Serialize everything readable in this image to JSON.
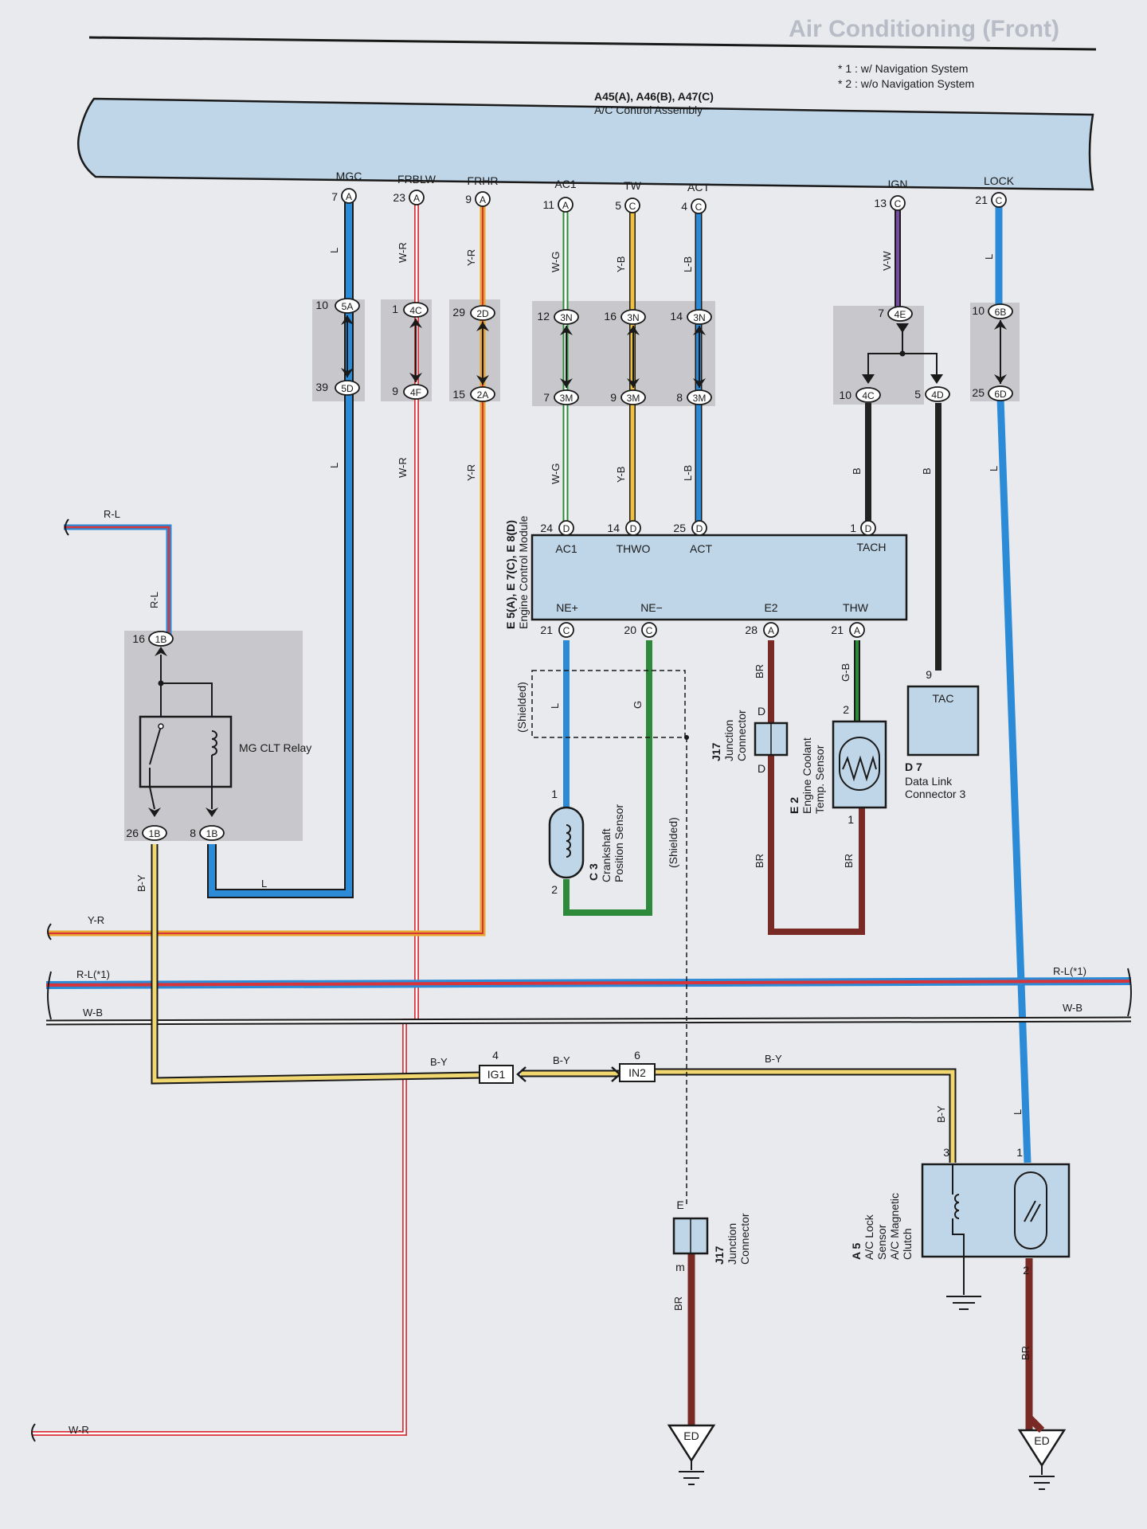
{
  "page": {
    "header": "Air Conditioning (Front)",
    "notes": [
      "* 1 : w/ Navigation System",
      "* 2 : w/o Navigation System"
    ]
  },
  "ac_control": {
    "ids": "A45(A), A46(B), A47(C)",
    "name": "A/C Control Assembly",
    "terminals": [
      {
        "name": "MGC",
        "pin": "7",
        "conn": "A"
      },
      {
        "name": "FRBLW",
        "pin": "23",
        "conn": "A"
      },
      {
        "name": "FRHR",
        "pin": "9",
        "conn": "A"
      },
      {
        "name": "AC1",
        "pin": "11",
        "conn": "A"
      },
      {
        "name": "TW",
        "pin": "5",
        "conn": "C"
      },
      {
        "name": "ACT",
        "pin": "4",
        "conn": "C"
      },
      {
        "name": "IGN",
        "pin": "13",
        "conn": "C"
      },
      {
        "name": "LOCK",
        "pin": "21",
        "conn": "C"
      }
    ]
  },
  "junction_blocks": [
    {
      "top_pin": "10",
      "top_conn": "5A",
      "bot_pin": "39",
      "bot_conn": "5D"
    },
    {
      "top_pin": "1",
      "top_conn": "4C",
      "bot_pin": "9",
      "bot_conn": "4F"
    },
    {
      "top_pin": "29",
      "top_conn": "2D",
      "bot_pin": "15",
      "bot_conn": "2A"
    },
    {
      "top_pin": "12",
      "top_conn": "3N",
      "bot_pin": "7",
      "bot_conn": "3M"
    },
    {
      "top_pin": "16",
      "top_conn": "3N",
      "bot_pin": "9",
      "bot_conn": "3M"
    },
    {
      "top_pin": "14",
      "top_conn": "3N",
      "bot_pin": "8",
      "bot_conn": "3M"
    },
    {
      "top_pin": "7",
      "top_conn": "4E",
      "bot_pin": "10",
      "bot_conn": "4C",
      "bot2_pin": "5",
      "bot2_conn": "4D"
    },
    {
      "top_pin": "10",
      "top_conn": "6B",
      "bot_pin": "25",
      "bot_conn": "6D"
    }
  ],
  "wire_colors": {
    "mgc": "L",
    "frblw": "W-R",
    "frhr": "Y-R",
    "ac1": "W-G",
    "tw": "Y-B",
    "act": "L-B",
    "ign": "V-W",
    "lock": "L",
    "tach": "B",
    "tac": "B",
    "ne_plus": "L",
    "ne_minus": "G",
    "e2": "BR",
    "thw": "G-B",
    "rl": "R-L",
    "by": "B-Y",
    "br": "BR",
    "rl1": "R-L(*1)",
    "wb": "W-B",
    "wr": "W-R"
  },
  "ecm": {
    "ids": "E 5(A), E 7(C), E 8(D)",
    "name": "Engine Control Module",
    "top": [
      {
        "name": "AC1",
        "pin": "24",
        "conn": "D"
      },
      {
        "name": "THWO",
        "pin": "14",
        "conn": "D"
      },
      {
        "name": "ACT",
        "pin": "25",
        "conn": "D"
      },
      {
        "name": "TACH",
        "pin": "1",
        "conn": "D"
      }
    ],
    "bottom": [
      {
        "name": "NE+",
        "pin": "21",
        "conn": "C"
      },
      {
        "name": "NE−",
        "pin": "20",
        "conn": "C"
      },
      {
        "name": "E2",
        "pin": "28",
        "conn": "A"
      },
      {
        "name": "THW",
        "pin": "21",
        "conn": "A"
      }
    ]
  },
  "relay": {
    "name": "MG CLT Relay",
    "top_pin": "16",
    "top_conn": "1B",
    "pins": [
      {
        "pin": "26",
        "conn": "1B"
      },
      {
        "pin": "8",
        "conn": "1B"
      }
    ]
  },
  "shielded": "(Shielded)",
  "crank": {
    "id": "C 3",
    "name": "Crankshaft Position Sensor",
    "pins": [
      "1",
      "2"
    ]
  },
  "j17_top": {
    "id": "J17",
    "name": "Junction Connector",
    "top": "D",
    "bot": "D"
  },
  "coolant": {
    "id": "E 2",
    "name": "Engine Coolant Temp. Sensor",
    "pins": [
      "2",
      "1"
    ]
  },
  "dlc": {
    "id": "D 7",
    "name": "Data Link Connector 3",
    "term": "TAC",
    "pin": "9"
  },
  "ig1": {
    "label": "IG1",
    "pin": "4"
  },
  "in2": {
    "label": "IN2",
    "pin": "6"
  },
  "j17_bot": {
    "id": "J17",
    "name": "Junction Connector",
    "top": "E",
    "bot": "m"
  },
  "a5": {
    "id": "A 5",
    "name": "A/C Lock Sensor A/C Magnetic Clutch",
    "pins": [
      "3",
      "1",
      "2"
    ]
  },
  "ground": {
    "label": "ED"
  },
  "colors": {
    "panel": "#bfd6e8",
    "block": "#c8c8cc",
    "L": "#2b8bd6",
    "BR": "#7a2a24",
    "G": "#2d8a3a",
    "B": "#222222",
    "Y": "#f0c040",
    "R": "#d8343b"
  }
}
